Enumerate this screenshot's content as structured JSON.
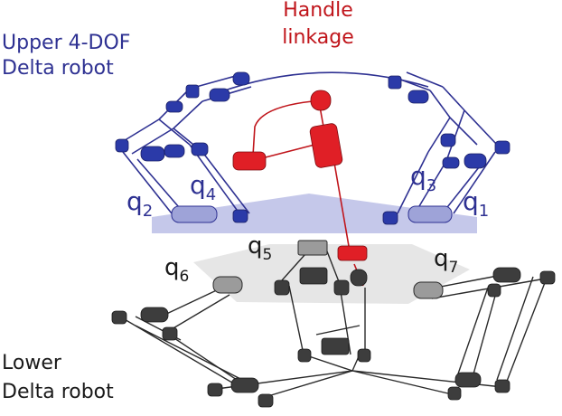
{
  "labels": {
    "upper_line1": "Upper 4-DOF",
    "upper_line2": "Delta robot",
    "handle_line1": "Handle",
    "handle_line2": "linkage",
    "lower_line1": "Lower",
    "lower_line2": "Delta robot"
  },
  "joints": {
    "q1": {
      "base": "q",
      "sub": "1"
    },
    "q2": {
      "base": "q",
      "sub": "2"
    },
    "q3": {
      "base": "q",
      "sub": "3"
    },
    "q4": {
      "base": "q",
      "sub": "4"
    },
    "q5": {
      "base": "q",
      "sub": "5"
    },
    "q6": {
      "base": "q",
      "sub": "6"
    },
    "q7": {
      "base": "q",
      "sub": "7"
    }
  },
  "colors": {
    "upper": "#2e3192",
    "upper_fill": "#2b3aa8",
    "upper_actuator": "#9ea3d8",
    "upper_platform": "#c5c8ea",
    "handle": "#c0151b",
    "handle_fill": "#e01f26",
    "lower": "#2a2a2a",
    "lower_fill": "#3d3d3d",
    "lower_actuator": "#9b9b9b",
    "lower_platform": "#e6e6e6"
  }
}
